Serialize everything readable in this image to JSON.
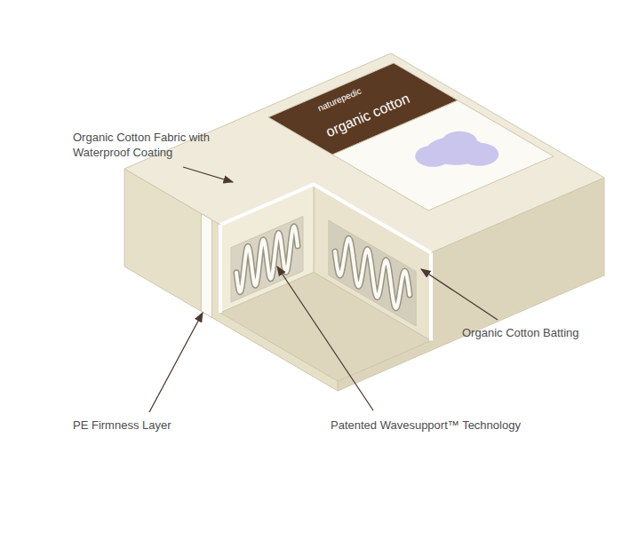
{
  "diagram": {
    "labels": [
      "Organic Cotton Fabric with Waterproof Coating",
      "Organic Cotton Batting",
      "PE Firmness Layer",
      "Patented Wavesupport™ Technology",
      "naturepedic",
      "organic cotton"
    ]
  }
}
